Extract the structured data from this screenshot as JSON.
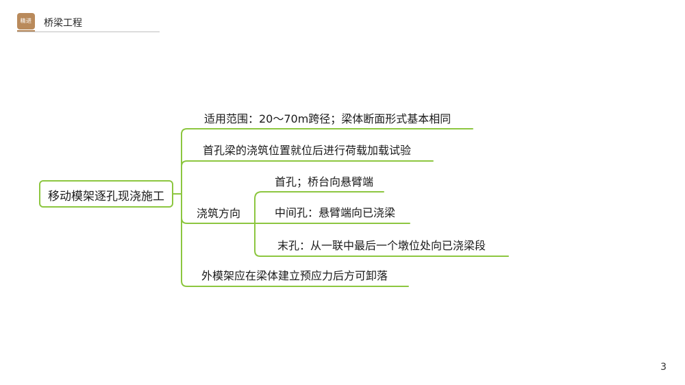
{
  "header": {
    "logo_text": "精进",
    "title": "桥梁工程"
  },
  "mindmap": {
    "root": "移动模架逐孔现浇施工",
    "branches": [
      {
        "label": "适用范围：20～70m跨径；梁体断面形式基本相同"
      },
      {
        "label": "首孔梁的浇筑位置就位后进行荷载加载试验"
      },
      {
        "label": "浇筑方向",
        "children": [
          {
            "label": "首孔；桥台向悬臂端"
          },
          {
            "label": "中间孔：悬臂端向已浇梁"
          },
          {
            "label": "末孔：从一联中最后一个墩位处向已浇梁段"
          }
        ]
      },
      {
        "label": "外模架应在梁体建立预应力后方可卸落"
      }
    ]
  },
  "colors": {
    "connector": "#8cc63f",
    "logo": "#b98a5b"
  },
  "page_number": "3"
}
